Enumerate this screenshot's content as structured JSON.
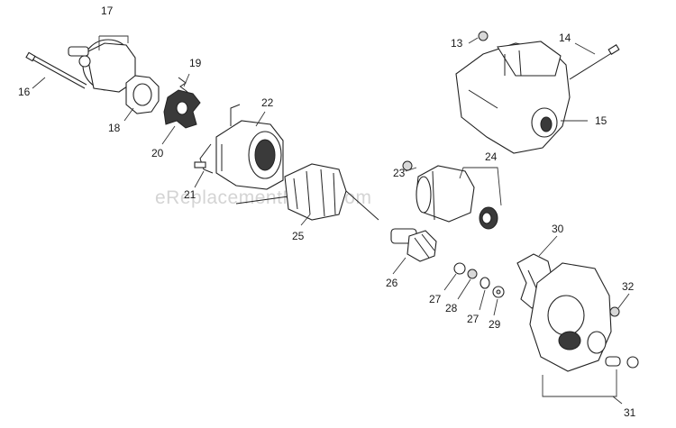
{
  "watermark": "eReplacementParts.com",
  "callouts": [
    {
      "id": "13",
      "label": "13"
    },
    {
      "id": "14",
      "label": "14"
    },
    {
      "id": "15",
      "label": "15"
    },
    {
      "id": "16",
      "label": "16"
    },
    {
      "id": "17",
      "label": "17"
    },
    {
      "id": "18",
      "label": "18"
    },
    {
      "id": "19",
      "label": "19"
    },
    {
      "id": "20",
      "label": "20"
    },
    {
      "id": "21",
      "label": "21"
    },
    {
      "id": "22",
      "label": "22"
    },
    {
      "id": "23",
      "label": "23"
    },
    {
      "id": "24",
      "label": "24"
    },
    {
      "id": "25",
      "label": "25"
    },
    {
      "id": "26",
      "label": "26"
    },
    {
      "id": "27a",
      "label": "27"
    },
    {
      "id": "27b",
      "label": "27"
    },
    {
      "id": "28",
      "label": "28"
    },
    {
      "id": "29",
      "label": "29"
    },
    {
      "id": "30",
      "label": "30"
    },
    {
      "id": "31",
      "label": "31"
    },
    {
      "id": "32",
      "label": "32"
    }
  ]
}
